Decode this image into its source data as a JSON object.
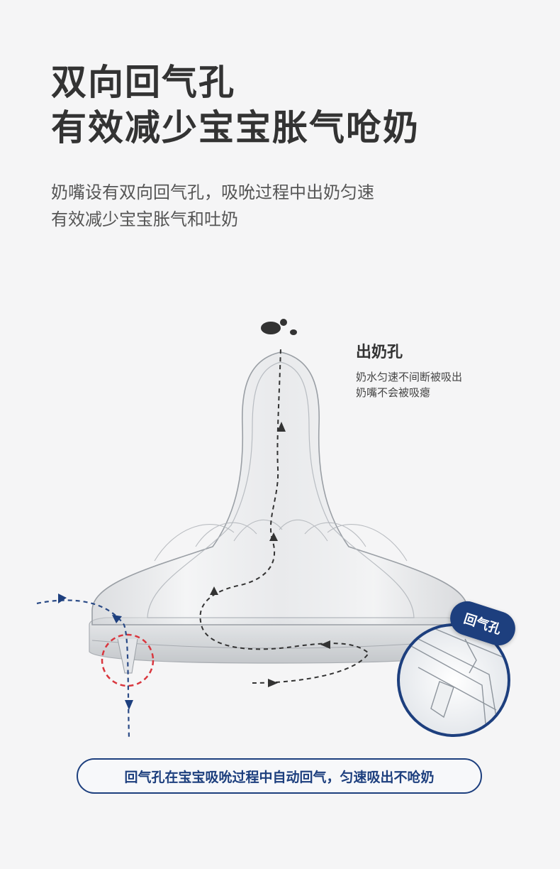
{
  "headline": {
    "line1": "双向回气孔",
    "line2": "有效减少宝宝胀气呛奶"
  },
  "subtitle": {
    "line1": "奶嘴设有双向回气孔，吸吮过程中出奶匀速",
    "line2": "有效减少宝宝胀气和吐奶"
  },
  "outlet": {
    "title": "出奶孔",
    "desc1": "奶水匀速不间断被吸出",
    "desc2": "奶嘴不会被吸瘪"
  },
  "vent_badge": "回气孔",
  "caption": "回气孔在宝宝吸吮过程中自动回气，匀速吸出不呛奶",
  "colors": {
    "accent": "#1d3f7e",
    "highlight_circle": "#d9363e",
    "text_dark": "#333333",
    "background": "#f5f5f6"
  }
}
